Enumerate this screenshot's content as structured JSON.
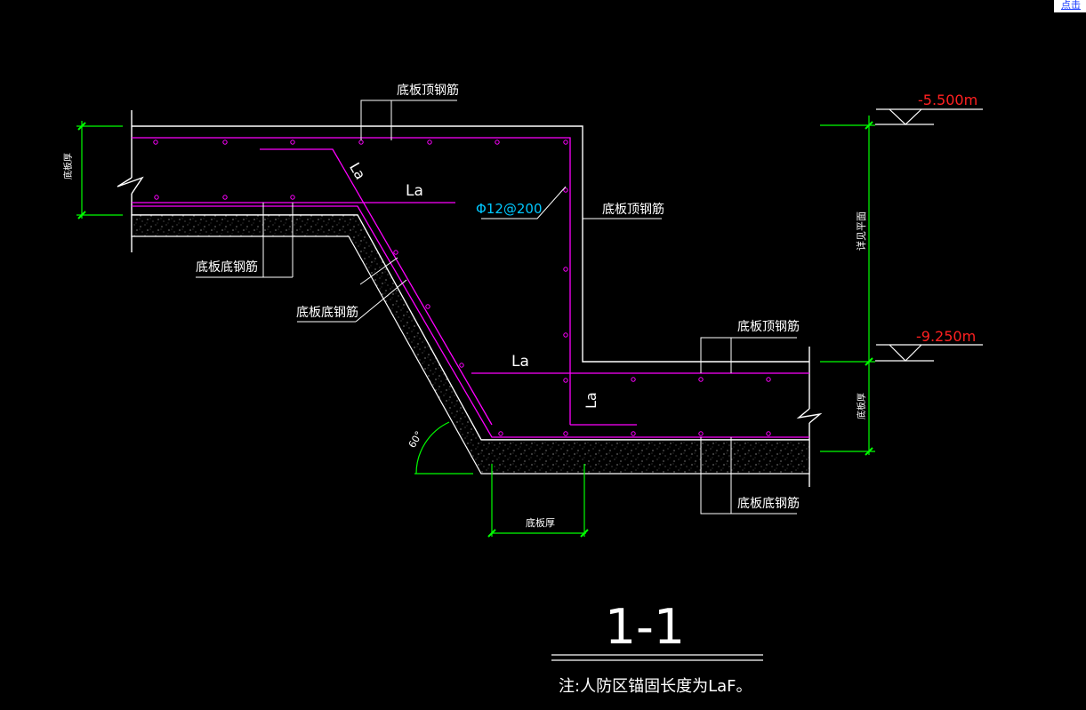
{
  "corner_link": "点击",
  "labels": {
    "top_bar_1": "底板顶钢筋",
    "top_bar_2": "底板顶钢筋",
    "top_bar_3": "底板顶钢筋",
    "bottom_bar_1": "底板底钢筋",
    "bottom_bar_2": "底板底钢筋",
    "bottom_bar_3": "底板底钢筋",
    "la_1": "La",
    "la_2": "La",
    "la_3": "La",
    "la_4": "La",
    "rebar_spec": "Φ12@200",
    "angle": "60°",
    "thickness_left": "底板厚",
    "thickness_right": "底板厚",
    "thickness_bottom": "底板厚",
    "height_diff": "详见平面",
    "elev_top": "-5.500m",
    "elev_bottom": "-9.250m",
    "section_title": "1-1",
    "note": "注:人防区锚固长度为LaF。"
  },
  "colors": {
    "background": "#000000",
    "outline": "#ffffff",
    "rebar": "#ff00ff",
    "dimension": "#00ff00",
    "elevation": "#ff2020",
    "spec": "#00c8ff"
  }
}
